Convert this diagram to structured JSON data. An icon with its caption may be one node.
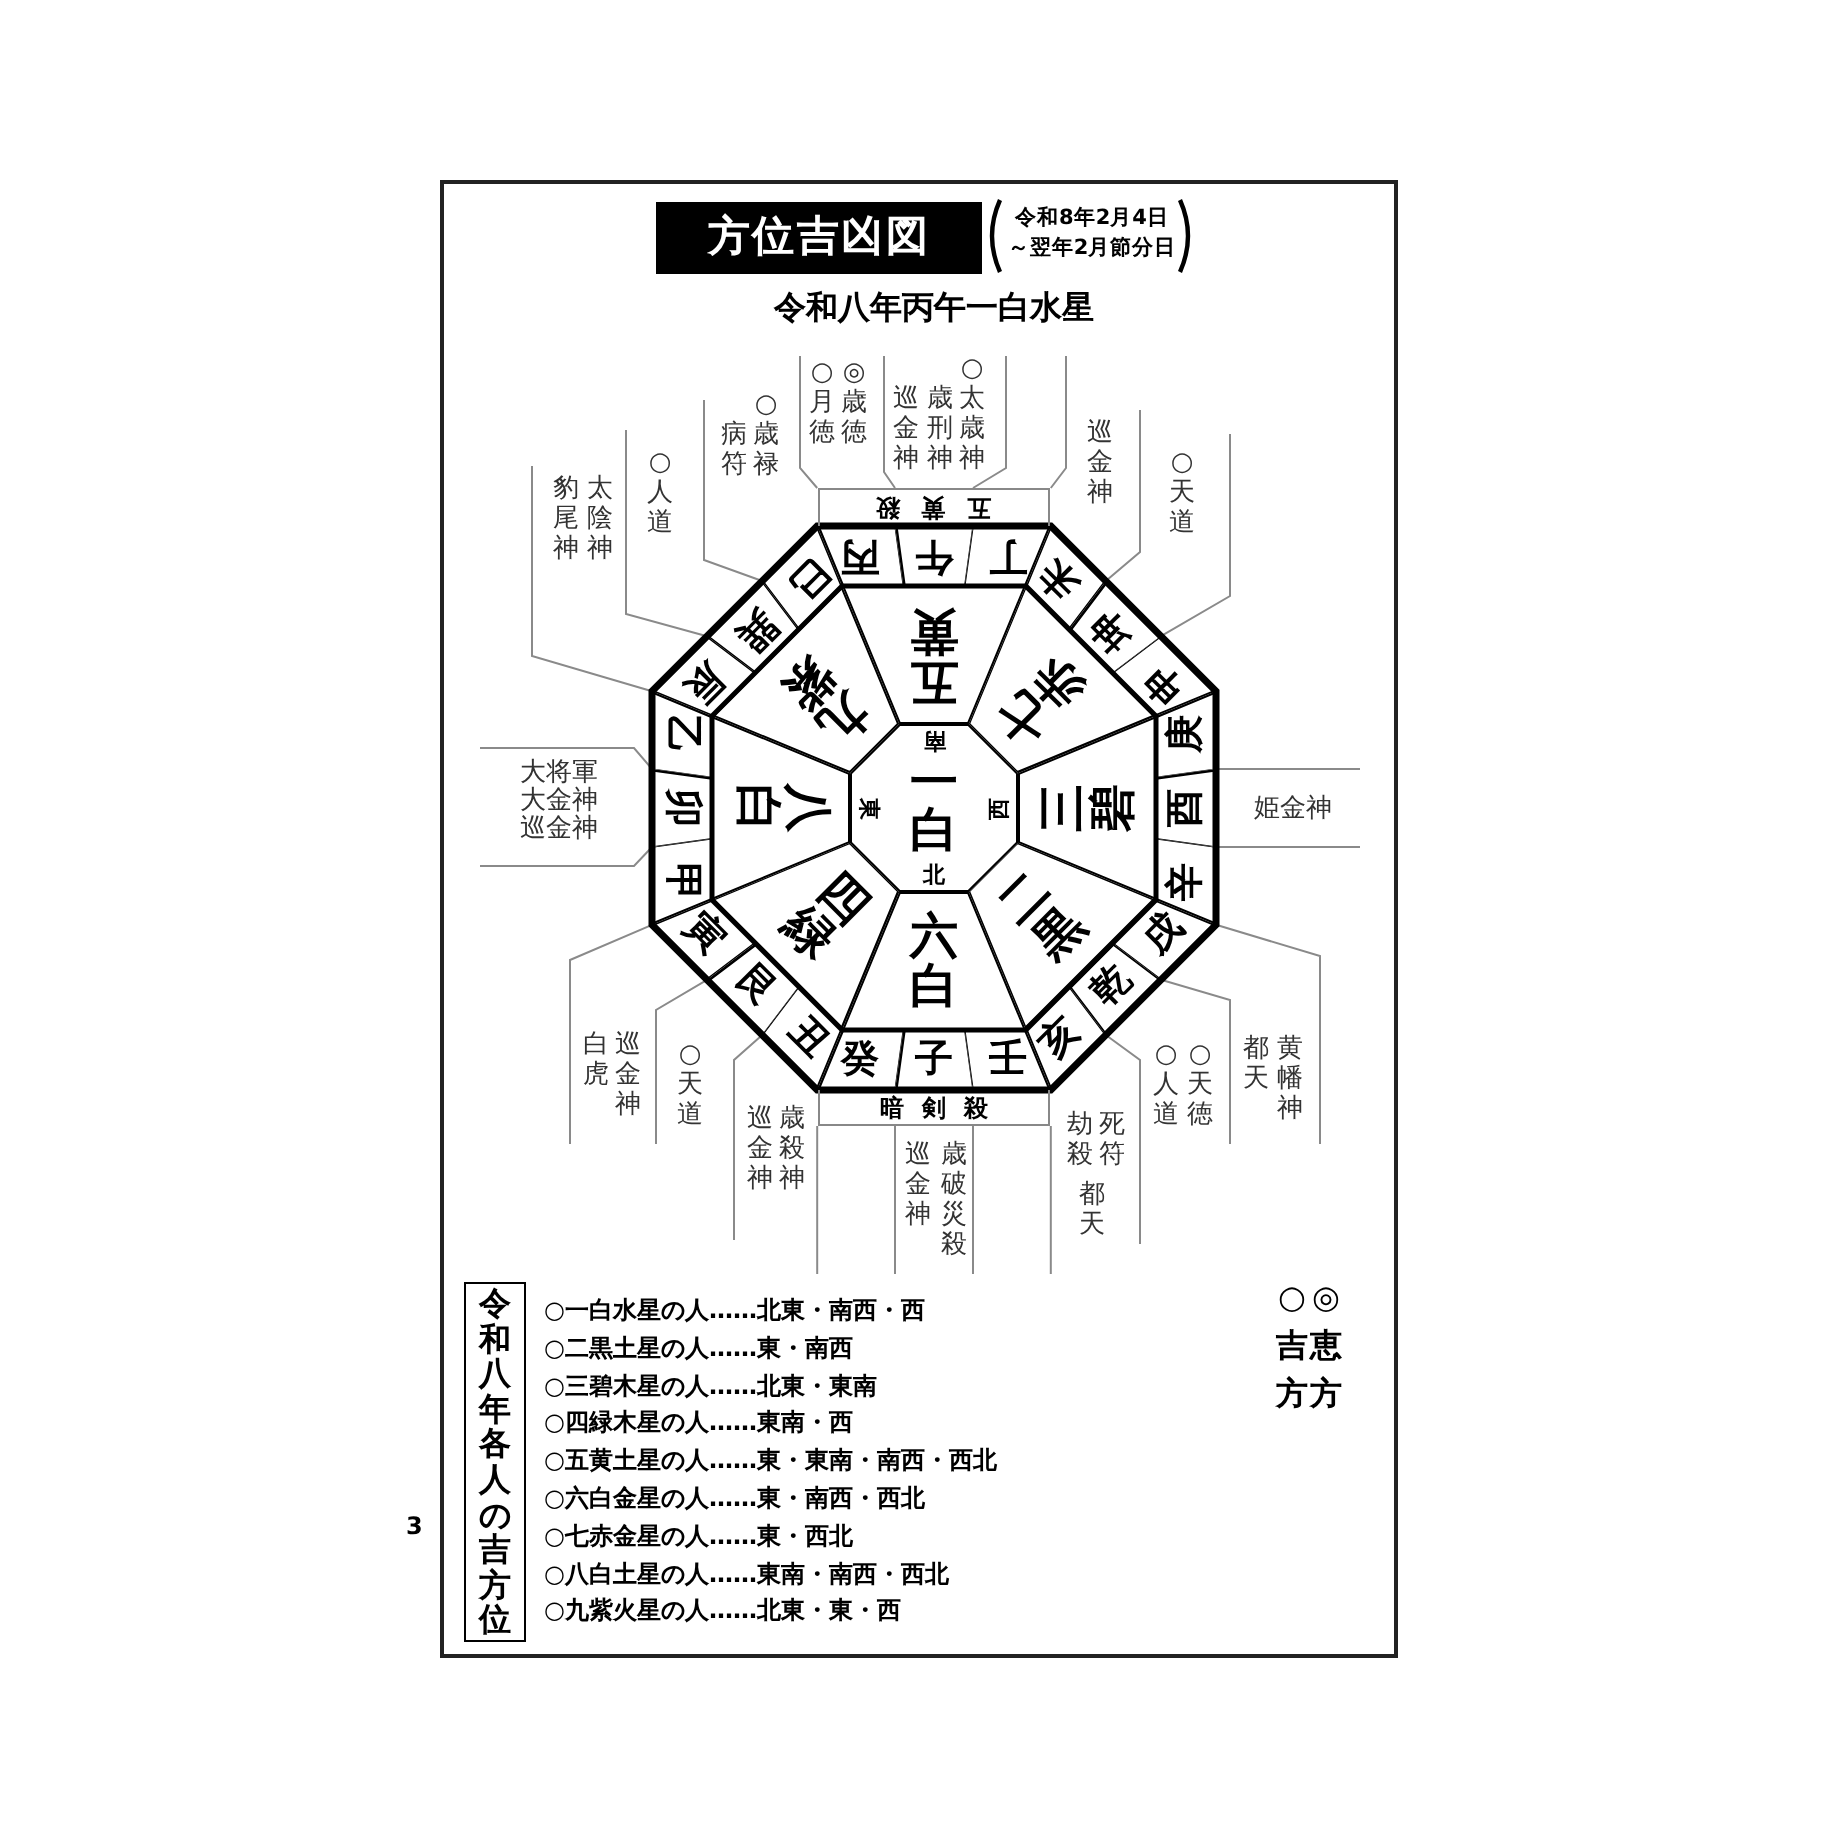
{
  "diagram": {
    "title": "方位吉凶図",
    "nodes": [
      {
        "text": [
          "丙"
        ],
        "beside": [
          "◎歳徳",
          "○月徳"
        ]
      },
      {
        "text": [
          "午"
        ],
        "beside": [
          "○太歳神",
          "歳刑神",
          "巡金神"
        ]
      },
      {
        "text": [
          "丁"
        ]
      },
      {
        "text": [
          "未"
        ],
        "beside": [
          "巡金神"
        ]
      },
      {
        "text": [
          "坤"
        ],
        "beside": [
          "○天道"
        ]
      },
      {
        "text": [
          "申"
        ]
      },
      {
        "text": [
          "庚"
        ]
      },
      {
        "text": [
          "酉"
        ],
        "beside": [
          "姫金神"
        ]
      },
      {
        "text": [
          "辛"
        ]
      },
      {
        "text": [
          "戌"
        ],
        "beside": [
          "黄幡神",
          "都天"
        ]
      },
      {
        "text": [
          "乾"
        ],
        "beside": [
          "○天徳",
          "○人道"
        ]
      },
      {
        "text": [
          "亥"
        ],
        "beside": [
          "死符",
          "劫殺",
          "都天"
        ]
      },
      {
        "text": [
          "壬"
        ]
      },
      {
        "text": [
          "子"
        ],
        "beside": [
          "歳破",
          "災殺",
          "巡金神"
        ]
      },
      {
        "text": [
          "癸"
        ]
      },
      {
        "text": [
          "丑"
        ],
        "beside": [
          "歳殺神",
          "巡金神"
        ]
      },
      {
        "text": [
          "艮"
        ],
        "beside": [
          "○天道"
        ]
      },
      {
        "text": [
          "寅"
        ],
        "beside": [
          "巡金神",
          "白虎"
        ]
      },
      {
        "text": [
          "甲"
        ]
      },
      {
        "text": [
          "卯"
        ],
        "beside": [
          "大将軍",
          "大金神",
          "巡金神"
        ]
      },
      {
        "text": [
          "乙"
        ]
      },
      {
        "text": [
          "辰"
        ],
        "beside": [
          "太陰神",
          "豹尾神"
        ]
      },
      {
        "text": [
          "巽"
        ],
        "beside": [
          "○人道"
        ]
      },
      {
        "text": [
          "巳"
        ],
        "beside": [
          "○歳禄",
          "病符"
        ]
      },
      {
        "text": [
          "五黄"
        ]
      },
      {
        "text": [
          "七赤"
        ]
      },
      {
        "text": [
          "三碧"
        ]
      },
      {
        "text": [
          "二黒"
        ]
      },
      {
        "text": [
          "六白"
        ]
      },
      {
        "text": [
          "四緑"
        ]
      },
      {
        "text": [
          "八白"
        ]
      },
      {
        "text": [
          "九紫"
        ]
      },
      {
        "text": [
          "南",
          "東",
          "一白",
          "西",
          "北"
        ]
      },
      {
        "text": [
          "五黄殺"
        ]
      },
      {
        "text": [
          "暗剣殺"
        ]
      },
      {
        "text": [
          "令和八年各人の吉方位"
        ],
        "beside": [
          "○一白水星の人……北東・南西・西",
          "○二黒土星の人……東・南西",
          "○三碧木星の人……北東・東南",
          "○四緑木星の人……東南・西",
          "○五黄土星の人……東・東南・南西・西北",
          "○六白金星の人……東・南西・西北",
          "○七赤金星の人……東・西北",
          "○八白土星の人……東南・南西・西北",
          "○九紫火星の人……北東・東・西"
        ]
      }
    ],
    "labels": [
      "令和8年2月4日",
      "～翌年2月節分日",
      "令和八年丙午一白水星",
      "3"
    ],
    "legend": [
      {
        "text": "○吉方"
      },
      {
        "text": "◎恵方"
      }
    ]
  }
}
